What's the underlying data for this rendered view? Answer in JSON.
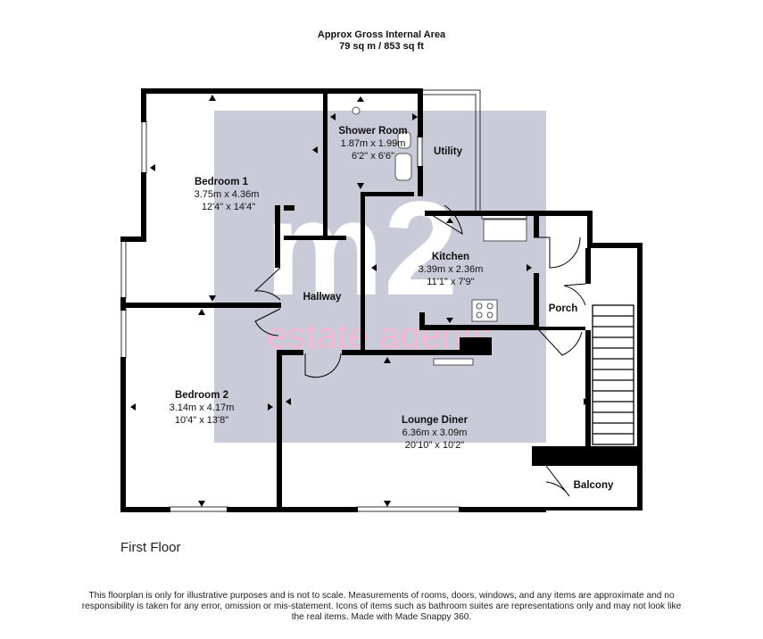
{
  "header": {
    "title": "Approx Gross Internal Area",
    "area": "79 sq m / 853 sq ft"
  },
  "watermark": {
    "logo": "m2",
    "tagline": "estate agents",
    "colors": {
      "block": "#c9cbd9",
      "pink": "#f3b9d2"
    }
  },
  "rooms": {
    "bedroom1": {
      "name": "Bedroom 1",
      "metric": "3.75m x 4.36m",
      "imperial": "12'4\" x 14'4\""
    },
    "shower": {
      "name": "Shower Room",
      "metric": "1.87m x 1.99m",
      "imperial": "6'2\" x 6'6\""
    },
    "utility": {
      "name": "Utility"
    },
    "kitchen": {
      "name": "Kitchen",
      "metric": "3.39m x 2.36m",
      "imperial": "11'1\" x 7'9\""
    },
    "hallway": {
      "name": "Hallway"
    },
    "porch": {
      "name": "Porch"
    },
    "bedroom2": {
      "name": "Bedroom 2",
      "metric": "3.14m x 4.17m",
      "imperial": "10'4\" x 13'8\""
    },
    "lounge": {
      "name": "Lounge Diner",
      "metric": "6.36m x 3.09m",
      "imperial": "20'10\" x 10'2\""
    },
    "balcony": {
      "name": "Balcony"
    }
  },
  "floor_label": "First Floor",
  "disclaimer": "This floorplan is only for illustrative purposes and is not to scale. Measurements of rooms, doors, windows, and any items are approximate and no responsibility is taken for any error, omission or mis-statement. Icons of items such as bathroom suites are representations only and may not look like the real items. Made with Made Snappy 360."
}
